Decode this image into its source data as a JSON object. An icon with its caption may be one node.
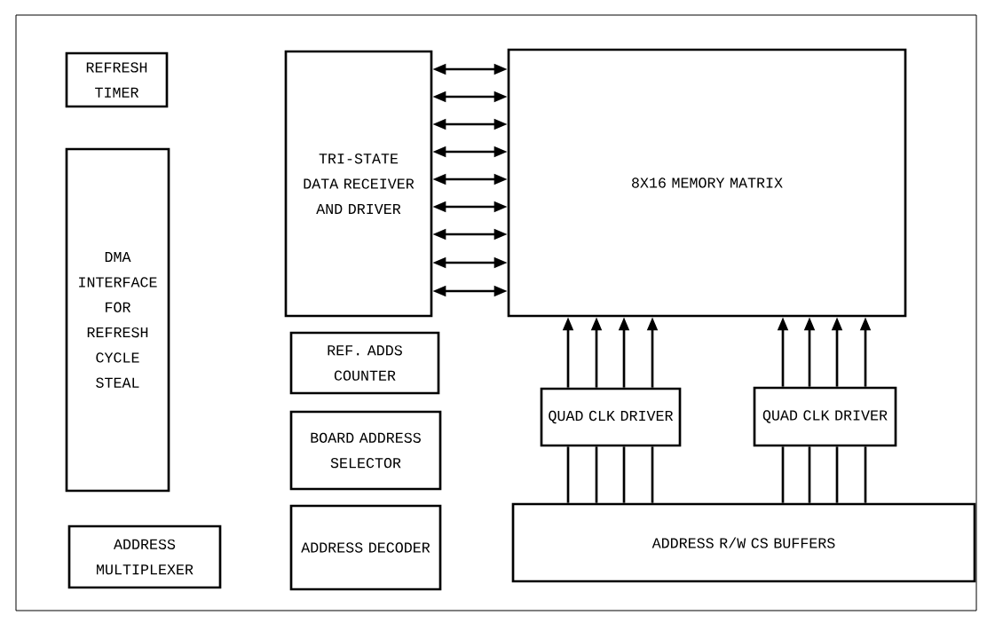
{
  "diagram": {
    "nodes": [
      {
        "text": [
          "REFRESH TIMER"
        ]
      },
      {
        "text": [
          "DMA INTERFACE FOR REFRESH CYCLE STEAL"
        ]
      },
      {
        "text": [
          "ADDRESS MULTIPLEXER"
        ]
      },
      {
        "text": [
          "TRI-STATE DATA RECEIVER AND DRIVER"
        ]
      },
      {
        "text": [
          "8X16 MEMORY MATRIX"
        ]
      },
      {
        "text": [
          "REF. ADDS COUNTER"
        ]
      },
      {
        "text": [
          "BOARD ADDRESS SELECTOR"
        ]
      },
      {
        "text": [
          "ADDRESS DECODER"
        ]
      },
      {
        "text": [
          "QUAD CLK DRIVER"
        ]
      },
      {
        "text": [
          "QUAD CLK DRIVER"
        ]
      },
      {
        "text": [
          "ADDRESS R/W CS BUFFERS"
        ]
      }
    ],
    "edges": [
      {
        "from": 3,
        "to": 4,
        "arrow": "both"
      },
      {
        "from": 3,
        "to": 4,
        "arrow": "both"
      },
      {
        "from": 3,
        "to": 4,
        "arrow": "both"
      },
      {
        "from": 3,
        "to": 4,
        "arrow": "both"
      },
      {
        "from": 3,
        "to": 4,
        "arrow": "both"
      },
      {
        "from": 3,
        "to": 4,
        "arrow": "both"
      },
      {
        "from": 3,
        "to": 4,
        "arrow": "both"
      },
      {
        "from": 3,
        "to": 4,
        "arrow": "both"
      },
      {
        "from": 3,
        "to": 4,
        "arrow": "both"
      },
      {
        "from": 8,
        "to": 4,
        "arrow": "to"
      },
      {
        "from": 8,
        "to": 4,
        "arrow": "to"
      },
      {
        "from": 8,
        "to": 4,
        "arrow": "to"
      },
      {
        "from": 8,
        "to": 4,
        "arrow": "to"
      },
      {
        "from": 9,
        "to": 4,
        "arrow": "to"
      },
      {
        "from": 9,
        "to": 4,
        "arrow": "to"
      },
      {
        "from": 9,
        "to": 4,
        "arrow": "to"
      },
      {
        "from": 9,
        "to": 4,
        "arrow": "to"
      },
      {
        "from": 10,
        "to": 8,
        "arrow": "none"
      },
      {
        "from": 10,
        "to": 8,
        "arrow": "none"
      },
      {
        "from": 10,
        "to": 8,
        "arrow": "none"
      },
      {
        "from": 10,
        "to": 8,
        "arrow": "none"
      },
      {
        "from": 10,
        "to": 9,
        "arrow": "none"
      },
      {
        "from": 10,
        "to": 9,
        "arrow": "none"
      },
      {
        "from": 10,
        "to": 9,
        "arrow": "none"
      },
      {
        "from": 10,
        "to": 9,
        "arrow": "none"
      }
    ]
  }
}
